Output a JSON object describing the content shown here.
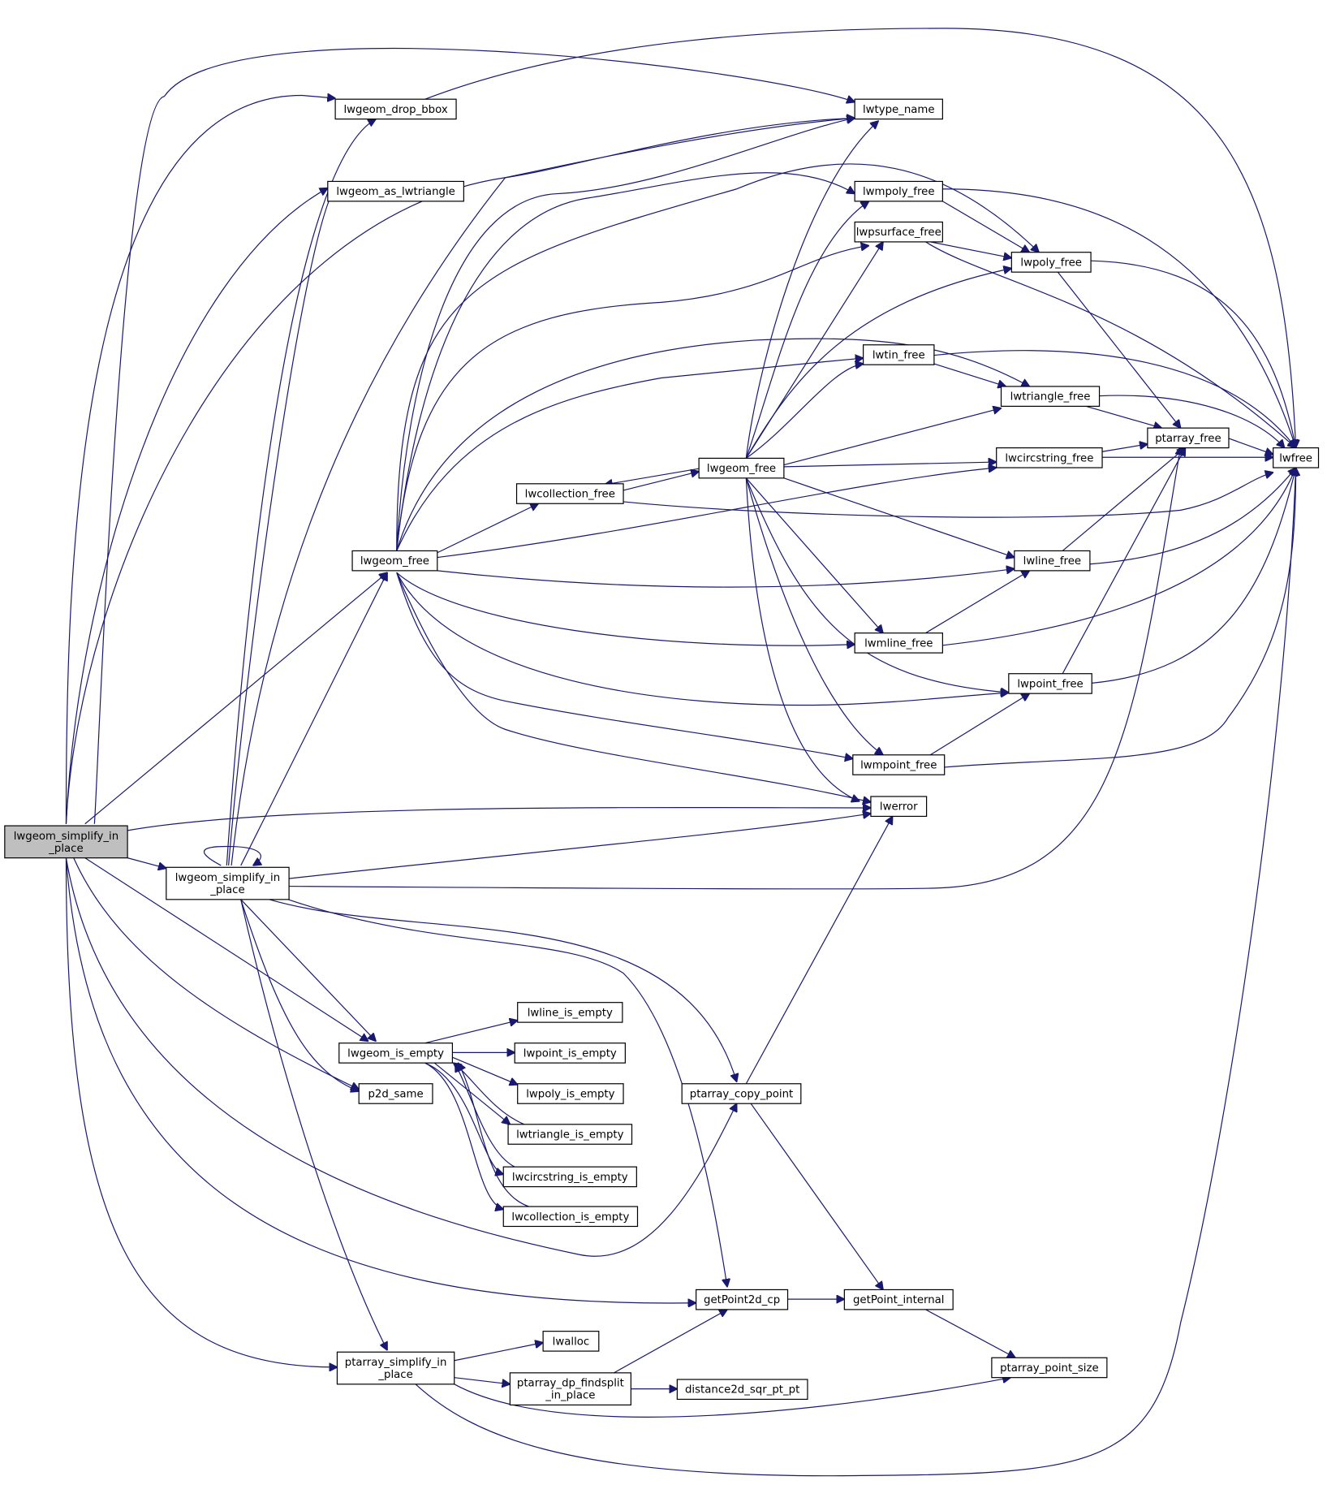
{
  "diagram": {
    "type": "call-graph",
    "nodes": [
      {
        "id": "root",
        "lines": [
          "lwgeom_simplify_in",
          "_place"
        ],
        "highlight": true
      },
      {
        "id": "sip",
        "lines": [
          "lwgeom_simplify_in",
          "_place"
        ]
      },
      {
        "id": "dropbbox",
        "lines": [
          "lwgeom_drop_bbox"
        ]
      },
      {
        "id": "astri",
        "lines": [
          "lwgeom_as_lwtriangle"
        ]
      },
      {
        "id": "gfree",
        "lines": [
          "lwgeom_free"
        ]
      },
      {
        "id": "isempty",
        "lines": [
          "lwgeom_is_empty"
        ]
      },
      {
        "id": "p2d",
        "lines": [
          "p2d_same"
        ]
      },
      {
        "id": "ptsimp",
        "lines": [
          "ptarray_simplify_in",
          "_place"
        ]
      },
      {
        "id": "linee",
        "lines": [
          "lwline_is_empty"
        ]
      },
      {
        "id": "pointe",
        "lines": [
          "lwpoint_is_empty"
        ]
      },
      {
        "id": "polye",
        "lines": [
          "lwpoly_is_empty"
        ]
      },
      {
        "id": "trie",
        "lines": [
          "lwtriangle_is_empty"
        ]
      },
      {
        "id": "circe",
        "lines": [
          "lwcircstring_is_empty"
        ]
      },
      {
        "id": "colle",
        "lines": [
          "lwcollection_is_empty"
        ]
      },
      {
        "id": "collfree",
        "lines": [
          "lwcollection_free"
        ]
      },
      {
        "id": "lwalloc",
        "lines": [
          "lwalloc"
        ]
      },
      {
        "id": "findsplit",
        "lines": [
          "ptarray_dp_findsplit",
          "_in_place"
        ]
      },
      {
        "id": "copypt",
        "lines": [
          "ptarray_copy_point"
        ]
      },
      {
        "id": "gfree2",
        "lines": [
          "lwgeom_free"
        ]
      },
      {
        "id": "getp2d",
        "lines": [
          "getPoint2d_cp"
        ]
      },
      {
        "id": "dist2d",
        "lines": [
          "distance2d_sqr_pt_pt"
        ]
      },
      {
        "id": "typename",
        "lines": [
          "lwtype_name"
        ]
      },
      {
        "id": "mpolyfree",
        "lines": [
          "lwmpoly_free"
        ]
      },
      {
        "id": "psurffree",
        "lines": [
          "lwpsurface_free"
        ]
      },
      {
        "id": "tinfree",
        "lines": [
          "lwtin_free"
        ]
      },
      {
        "id": "mlinefree",
        "lines": [
          "lwmline_free"
        ]
      },
      {
        "id": "mpointfree",
        "lines": [
          "lwmpoint_free"
        ]
      },
      {
        "id": "lwerror",
        "lines": [
          "lwerror"
        ]
      },
      {
        "id": "getint",
        "lines": [
          "getPoint_internal"
        ]
      },
      {
        "id": "polyfree",
        "lines": [
          "lwpoly_free"
        ]
      },
      {
        "id": "trifree",
        "lines": [
          "lwtriangle_free"
        ]
      },
      {
        "id": "circfree",
        "lines": [
          "lwcircstring_free"
        ]
      },
      {
        "id": "linefree",
        "lines": [
          "lwline_free"
        ]
      },
      {
        "id": "pointfree",
        "lines": [
          "lwpoint_free"
        ]
      },
      {
        "id": "ptsize",
        "lines": [
          "ptarray_point_size"
        ]
      },
      {
        "id": "ptfree",
        "lines": [
          "ptarray_free"
        ]
      },
      {
        "id": "lwfree",
        "lines": [
          "lwfree"
        ]
      }
    ]
  }
}
